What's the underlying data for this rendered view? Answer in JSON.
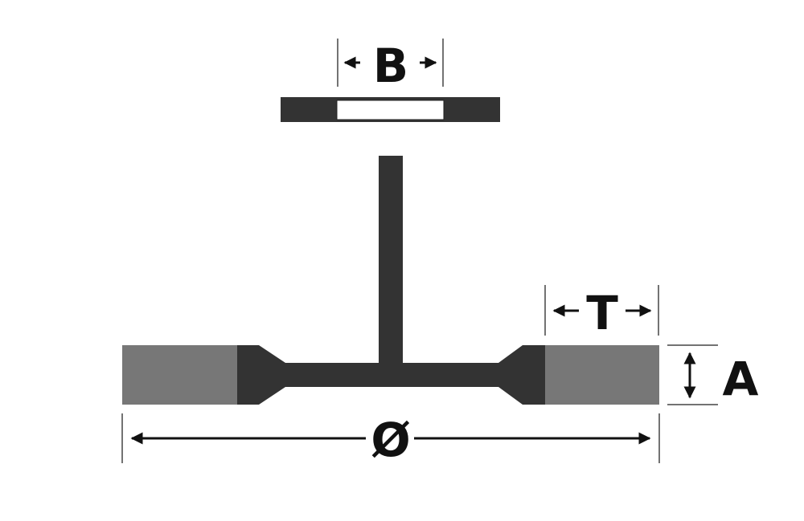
{
  "labels": {
    "bore": "B",
    "trim": "T",
    "width": "A",
    "diameter": "Ø"
  },
  "colors": {
    "dark": "#333333",
    "brush": "#777777",
    "line": "#111111"
  }
}
